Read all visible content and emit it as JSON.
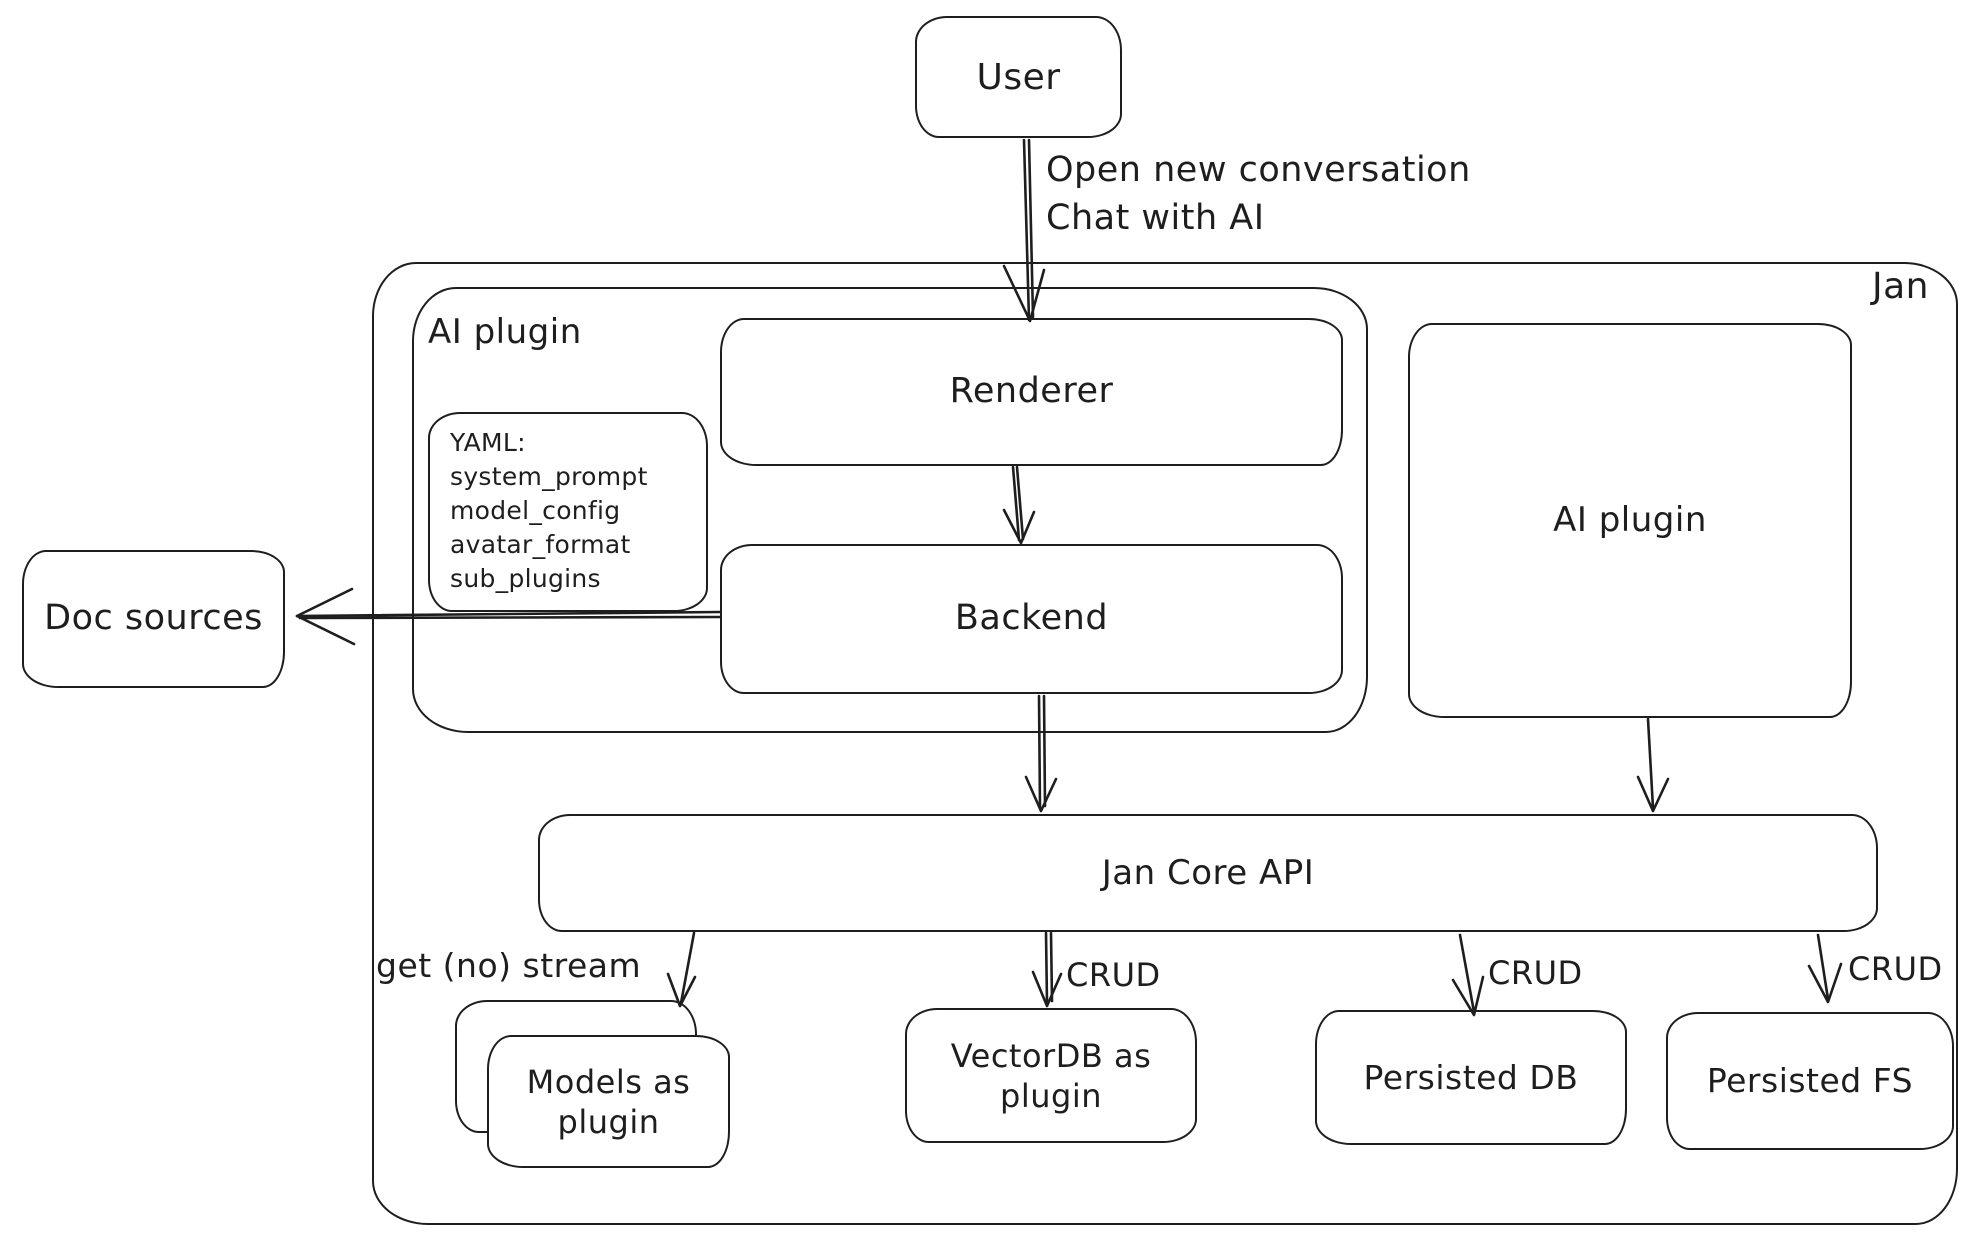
{
  "diagram": {
    "container_label": "Jan",
    "nodes": {
      "user": {
        "label": "User"
      },
      "ai_plugin_container": {
        "label": "AI plugin"
      },
      "renderer": {
        "label": "Renderer"
      },
      "yaml_note": {
        "lines": [
          "YAML:",
          "system_prompt",
          "model_config",
          "avatar_format",
          "sub_plugins"
        ]
      },
      "backend": {
        "label": "Backend"
      },
      "doc_sources": {
        "label": "Doc sources"
      },
      "ai_plugin_right": {
        "label": "AI plugin"
      },
      "jan_core_api": {
        "label": "Jan Core API"
      },
      "models_as_plugin": {
        "label": "Models as plugin"
      },
      "vectordb_as_plugin": {
        "label": "VectorDB as plugin"
      },
      "persisted_db": {
        "label": "Persisted DB"
      },
      "persisted_fs": {
        "label": "Persisted FS"
      }
    },
    "edges": {
      "user_to_renderer": {
        "label_line1": "Open new conversation",
        "label_line2": "Chat with AI"
      },
      "jan_core_to_models": {
        "label": "get (no) stream"
      },
      "jan_core_to_vectordb": {
        "label": "CRUD"
      },
      "jan_core_to_persisted_db": {
        "label": "CRUD"
      },
      "jan_core_to_persisted_fs": {
        "label": "CRUD"
      }
    },
    "colors": {
      "stroke": "#1e1e1e",
      "background": "#ffffff"
    }
  }
}
